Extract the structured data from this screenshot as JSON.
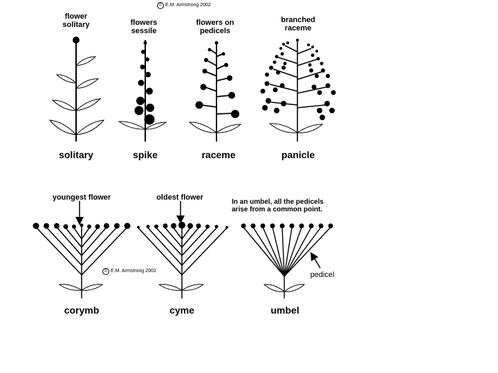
{
  "copyright": "E.M. Armstrong 2002",
  "copyright_symbol": "©",
  "top": {
    "captions": {
      "solitary": "flower\nsolitary",
      "spike": "flowers\nsessile",
      "raceme": "flowers on\npedicels",
      "panicle": "branched\nraceme"
    },
    "names": {
      "solitary": "solitary",
      "spike": "spike",
      "raceme": "raceme",
      "panicle": "panicle"
    }
  },
  "bottom": {
    "captions": {
      "corymb": "youngest flower",
      "cyme": "oldest flower",
      "umbel": "In an umbel, all the pedicels\narise from a common point."
    },
    "pedicel_label": "pedicel",
    "names": {
      "corymb": "corymb",
      "cyme": "cyme",
      "umbel": "umbel"
    }
  }
}
